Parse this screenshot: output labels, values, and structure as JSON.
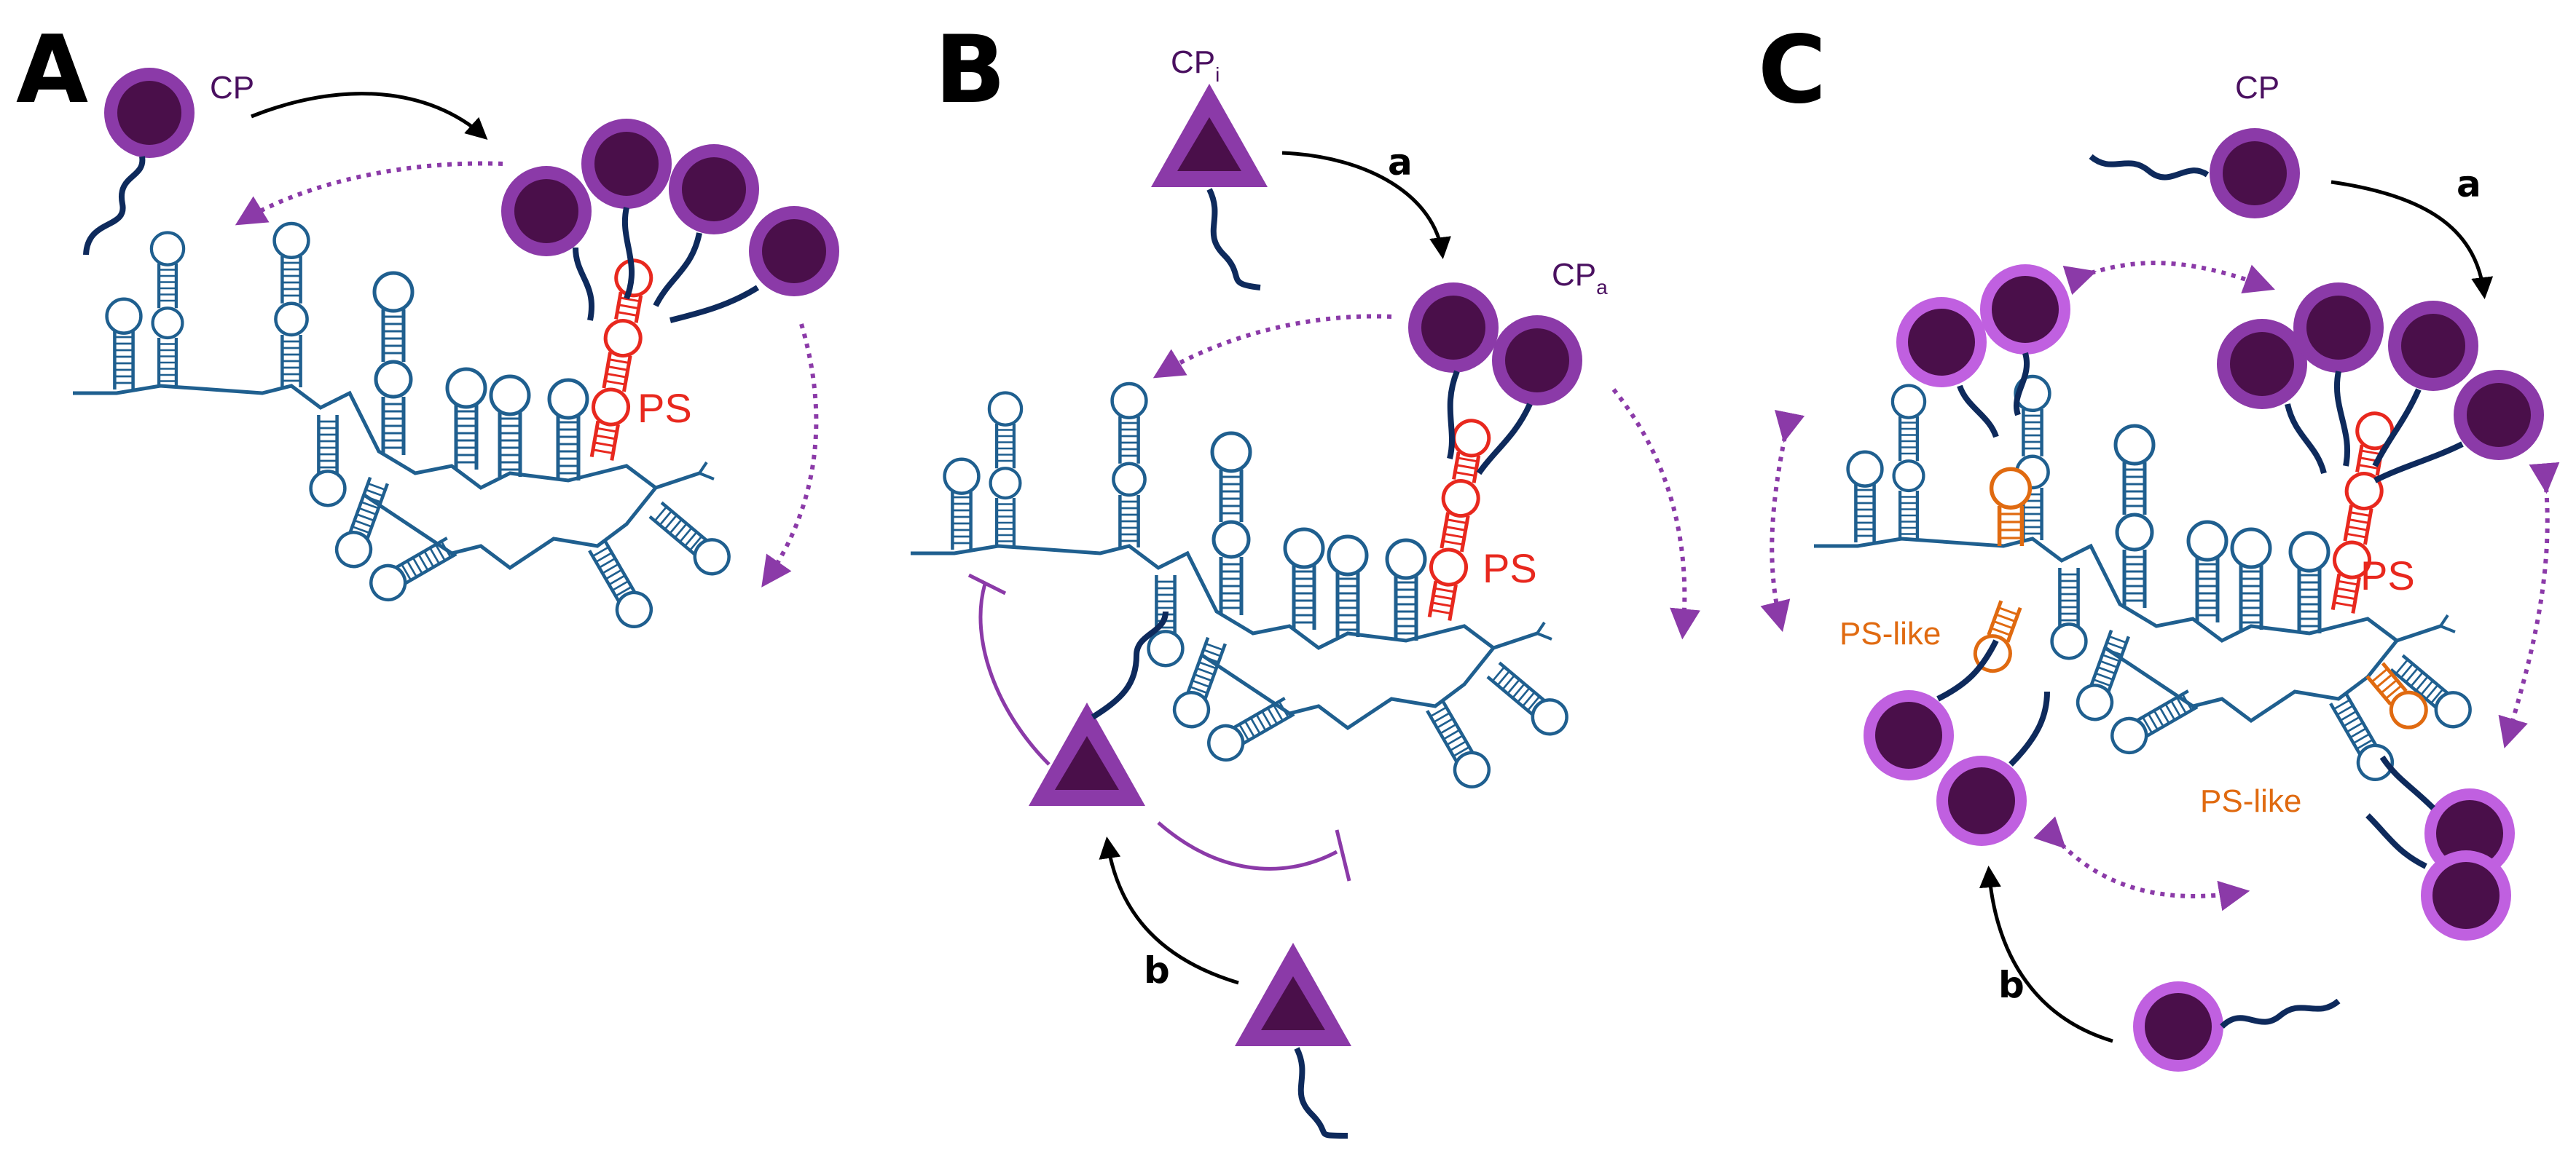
{
  "panels": {
    "A": {
      "letter": "A",
      "cp_label": "CP",
      "ps_label": "PS"
    },
    "B": {
      "letter": "B",
      "cp_i_main": "CP",
      "cp_i_sub": "i",
      "cp_a_main": "CP",
      "cp_a_sub": "a",
      "ps_label": "PS",
      "step_a": "a",
      "step_b": "b"
    },
    "C": {
      "letter": "C",
      "cp_label": "CP",
      "ps_label": "PS",
      "ps_like_1": "PS-like",
      "ps_like_2": "PS-like",
      "step_a": "a",
      "step_b": "b"
    }
  },
  "colors": {
    "rna": "#1f5f8f",
    "ps_stem": "#e8281e",
    "ps_like_stem": "#e06a10",
    "cp_dark_core": "#4a0f4a",
    "cp_ring": "#8b3aa8",
    "cp_ring_light": "#c060e0",
    "tail": "#0e2a5c",
    "dotted_arrow": "#8b3aa8",
    "inhibition": "#8b3aa8"
  },
  "icons": [
    "capsid-protein-circle",
    "capsid-protein-triangle",
    "rna-hairpin",
    "dotted-arrow",
    "inhibition-bar"
  ]
}
